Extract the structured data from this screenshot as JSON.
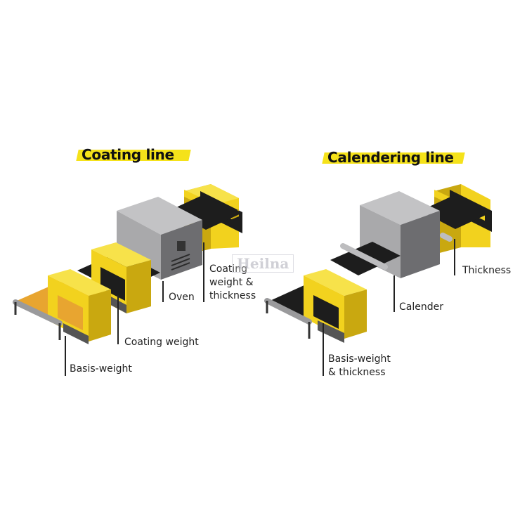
{
  "colors": {
    "yellow": "#f2d21e",
    "yellow_dark": "#c9a810",
    "black_belt": "#1d1d1d",
    "gray_box": "#a9a9ab",
    "gray_dark": "#5b5b5e",
    "orange_sheet": "#e8a530",
    "title_highlight": "#f5e21a"
  },
  "coating": {
    "title": "Coating line",
    "labels": {
      "basis_weight": "Basis-weight",
      "coating_weight": "Coating weight",
      "oven": "Oven",
      "coating_weight_thickness_1": "Coating",
      "coating_weight_thickness_2": "weight &",
      "coating_weight_thickness_3": "thickness"
    }
  },
  "calendering": {
    "title": "Calendering line",
    "labels": {
      "basis_weight_thickness_1": "Basis-weight",
      "basis_weight_thickness_2": "& thickness",
      "calender": "Calender",
      "thickness": "Thickness"
    }
  },
  "watermark": "Heilna"
}
